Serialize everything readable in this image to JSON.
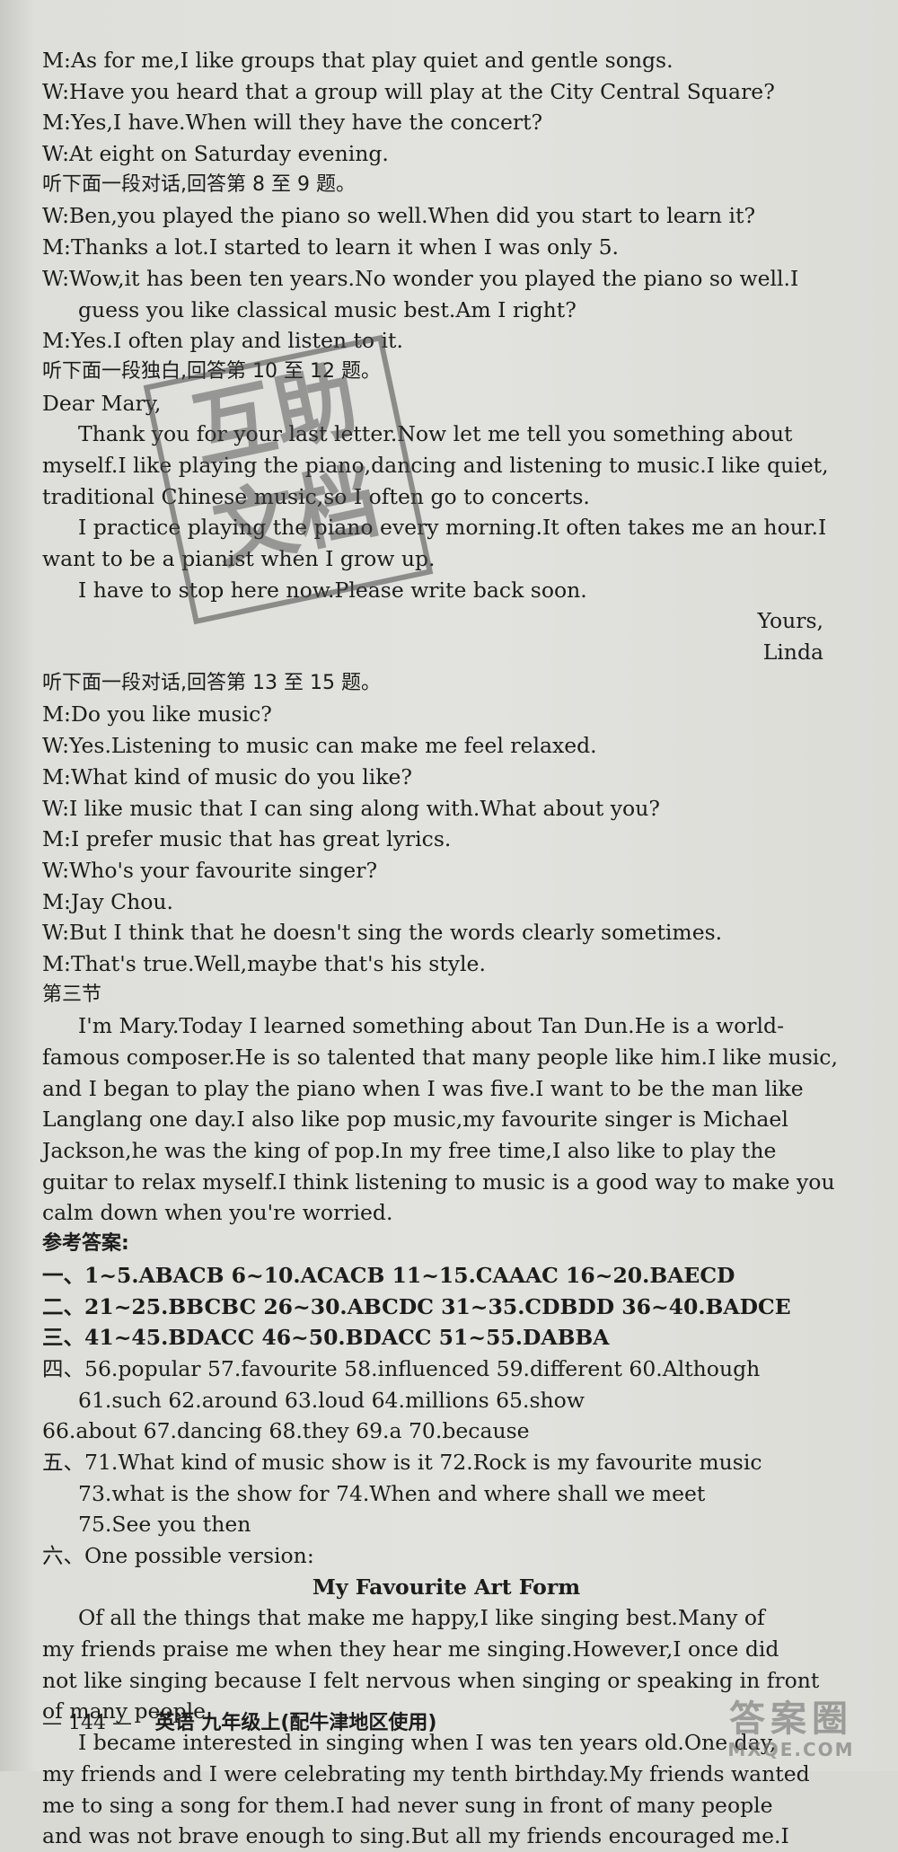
{
  "lines": [
    "M:As for me,I like groups that play quiet and gentle songs.",
    "W:Have you heard that a group will play at the City Central Square?",
    "M:Yes,I have.When will they have the concert?",
    "W:At eight on Saturday evening.",
    "听下面一段对话,回答第 8 至 9 题。",
    "W:Ben,you played the piano so well.When did you start to learn it?",
    "M:Thanks a lot.I started to learn it when I was only 5.",
    "W:Wow,it has been ten years.No wonder you played the piano so well.I",
    "guess you like classical music best.Am I right?",
    "M:Yes.I often play and listen to it.",
    "听下面一段独白,回答第 10 至 12 题。",
    "Dear Mary,",
    "Thank you for your last letter.Now let me tell you something about",
    "myself.I like playing the piano,dancing and listening to music.I like quiet,",
    "traditional Chinese music,so I often go to concerts.",
    "I practice playing the piano every morning.It often takes me an hour.I",
    "want to be a pianist when I grow up.",
    "I have to stop here now.Please write back soon.",
    "Yours,",
    "Linda",
    "听下面一段对话,回答第 13 至 15 题。",
    "M:Do you like music?",
    "W:Yes.Listening to music can make me feel relaxed.",
    "M:What kind of music do you like?",
    "W:I like music that I can sing along with.What about you?",
    "M:I prefer music that has great lyrics.",
    "W:Who's your favourite singer?",
    "M:Jay Chou.",
    "W:But I think that he doesn't sing the words clearly sometimes.",
    "M:That's true.Well,maybe that's his style.",
    "第三节",
    "I'm Mary.Today I learned something about Tan Dun.He is a world-",
    "famous composer.He is so talented that many people like him.I like music,",
    "and I began to play the piano when I was five.I want to be the man like",
    "Langlang one day.I also like pop music,my favourite singer is Michael",
    "Jackson,he was the king of pop.In my free time,I also like to play the",
    "guitar to relax myself.I think listening to music is a good way to make you",
    "calm down when you're worried.",
    "参考答案:",
    "一、1~5.ABACB   6~10.ACACB   11~15.CAAAC   16~20.BAECD",
    "二、21~25.BBCBC   26~30.ABCDC   31~35.CDBDD   36~40.BADCE",
    "三、41~45.BDACC   46~50.BDACC   51~55.DABBA",
    "四、56.popular   57.favourite   58.influenced   59.different   60.Although",
    "61.such   62.around   63.loud   64.millions   65.show",
    "66.about   67.dancing   68.they   69.a   70.because",
    "五、71.What kind of music show is it   72.Rock is my favourite music",
    "73.what is the show for   74.When and where shall we meet",
    "75.See you then",
    "六、One possible version:",
    "My Favourite Art Form",
    "Of all the things that make me happy,I like singing best.Many of",
    "my friends praise me when they hear me singing.However,I once did",
    "not like singing because I felt nervous when singing or speaking in front",
    "of many people.",
    "I became interested in singing when I was ten years old.One day,",
    "my friends and I were celebrating my tenth birthday.My friends wanted",
    "me to sing a song for them.I had never sung in front of many people",
    "and was not brave enough to sing.But all my friends encouraged me.I"
  ],
  "stamp": "互助文档",
  "footer": {
    "page": "— 144 —",
    "text": "英语   九年级上(配牛津地区使用)"
  },
  "brand": {
    "title": "答案圈",
    "url": "MXQE.COM"
  }
}
